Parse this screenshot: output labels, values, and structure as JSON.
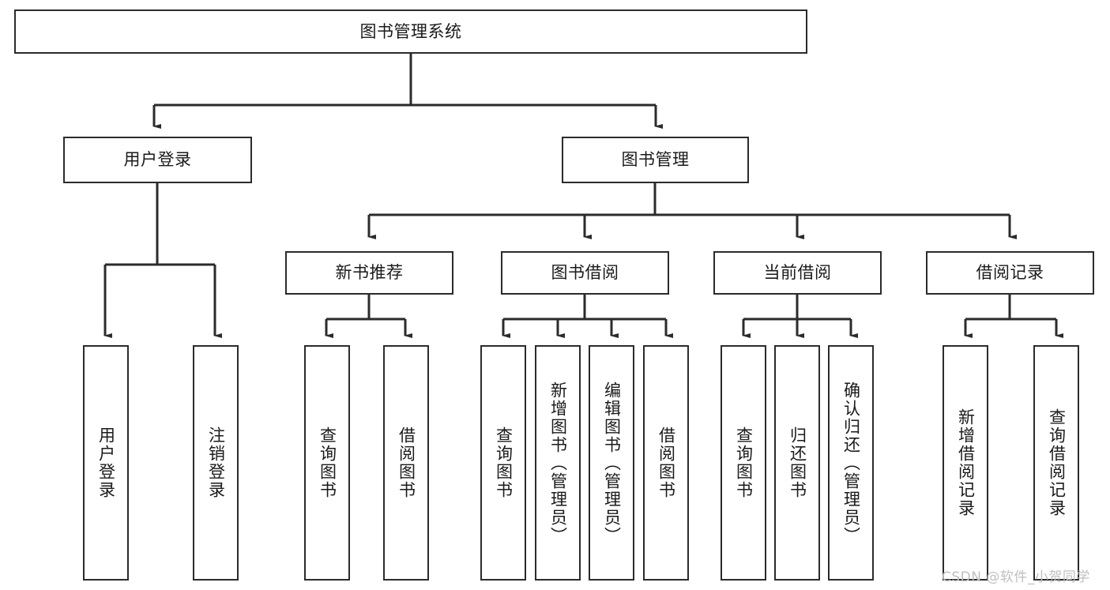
{
  "diagram": {
    "title": "图书管理系统",
    "type": "tree-hierarchy-diagram",
    "colors": {
      "box_border": "#2b2b2b",
      "box_fill": "#ffffff",
      "connector": "#2b2b2b",
      "text": "#1a1a1a",
      "watermark": "#bfbfbf",
      "background": "#ffffff"
    },
    "nodes": {
      "root": {
        "label": "图书管理系统"
      },
      "level2": [
        {
          "label": "用户登录"
        },
        {
          "label": "图书管理"
        }
      ],
      "level3": [
        {
          "label": "新书推荐"
        },
        {
          "label": "图书借阅"
        },
        {
          "label": "当前借阅"
        },
        {
          "label": "借阅记录"
        }
      ],
      "leaves": {
        "user_login": [
          {
            "label": "用户登录"
          },
          {
            "label": "注销登录"
          }
        ],
        "new_book_recommend": [
          {
            "label": "查询图书"
          },
          {
            "label": "借阅图书"
          }
        ],
        "book_borrow": [
          {
            "label": "查询图书"
          },
          {
            "label": "新增图书（管理员）"
          },
          {
            "label": "编辑图书（管理员）"
          },
          {
            "label": "借阅图书"
          }
        ],
        "current_borrow": [
          {
            "label": "查询图书"
          },
          {
            "label": "归还图书"
          },
          {
            "label": "确认归还（管理员）"
          }
        ],
        "borrow_record": [
          {
            "label": "新增借阅记录"
          },
          {
            "label": "查询借阅记录"
          }
        ]
      }
    },
    "watermark": "CSDN @软件_小贺同学"
  }
}
